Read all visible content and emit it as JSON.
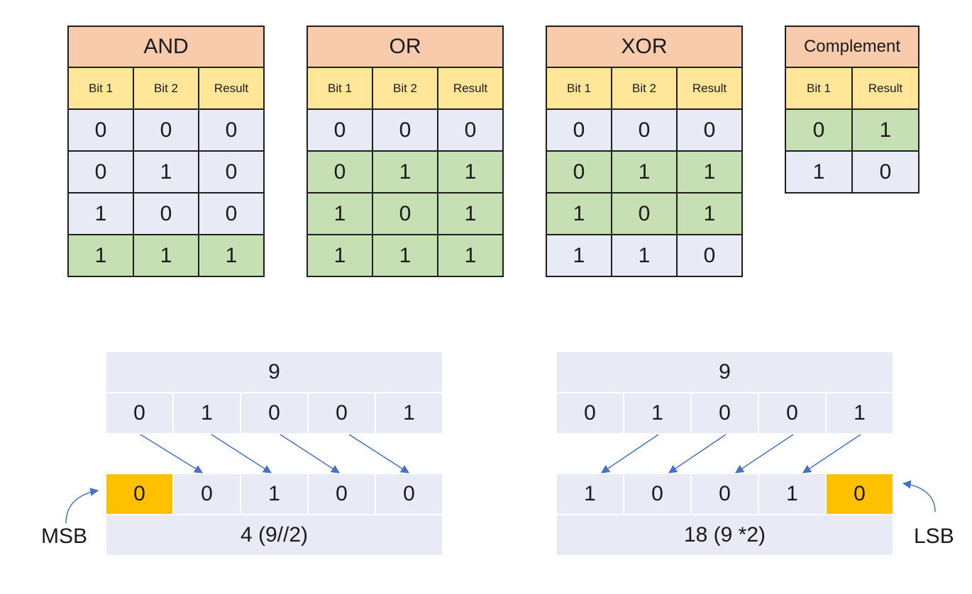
{
  "tables": [
    {
      "title": "AND",
      "headers": [
        "Bit 1",
        "Bit 2",
        "Result"
      ],
      "rows": [
        [
          "0",
          "0",
          "0"
        ],
        [
          "0",
          "1",
          "0"
        ],
        [
          "1",
          "0",
          "0"
        ],
        [
          "1",
          "1",
          "1"
        ]
      ],
      "highlight": [
        false,
        false,
        false,
        true
      ]
    },
    {
      "title": "OR",
      "headers": [
        "Bit 1",
        "Bit 2",
        "Result"
      ],
      "rows": [
        [
          "0",
          "0",
          "0"
        ],
        [
          "0",
          "1",
          "1"
        ],
        [
          "1",
          "0",
          "1"
        ],
        [
          "1",
          "1",
          "1"
        ]
      ],
      "highlight": [
        false,
        true,
        true,
        true
      ]
    },
    {
      "title": "XOR",
      "headers": [
        "Bit 1",
        "Bit 2",
        "Result"
      ],
      "rows": [
        [
          "0",
          "0",
          "0"
        ],
        [
          "0",
          "1",
          "1"
        ],
        [
          "1",
          "0",
          "1"
        ],
        [
          "1",
          "1",
          "0"
        ]
      ],
      "highlight": [
        false,
        true,
        true,
        false
      ]
    },
    {
      "title": "Complement",
      "headers": [
        "Bit 1",
        "Result"
      ],
      "rows": [
        [
          "0",
          "1"
        ],
        [
          "1",
          "0"
        ]
      ],
      "highlight": [
        true,
        false
      ]
    }
  ],
  "right_shift": {
    "number": "9",
    "input_bits": [
      "0",
      "1",
      "0",
      "0",
      "1"
    ],
    "output_bits": [
      "0",
      "0",
      "1",
      "0",
      "0"
    ],
    "result_label": "4 (9//2)",
    "side_label": "MSB"
  },
  "left_shift": {
    "number": "9",
    "input_bits": [
      "0",
      "1",
      "0",
      "0",
      "1"
    ],
    "output_bits": [
      "1",
      "0",
      "0",
      "1",
      "0"
    ],
    "result_label": "18 (9 *2)",
    "side_label": "LSB"
  },
  "colors": {
    "title_bg": "#f8cbad",
    "header_bg": "#ffe699",
    "row_blue": "#e8ebf5",
    "row_green": "#c6e0b4",
    "highlight_bit": "#ffc000",
    "arrow": "#4472c4"
  }
}
